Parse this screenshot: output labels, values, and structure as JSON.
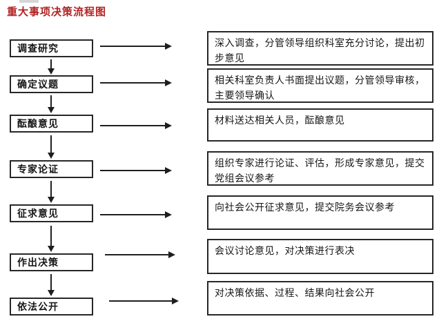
{
  "title": "重大事项决策流程图",
  "colors": {
    "title_text": "#b22222",
    "box_border": "#262626",
    "body_text": "#151515",
    "arrow": "#1e1e1e",
    "background": "#ffffff"
  },
  "icons": {
    "down_arrow": "down-arrow",
    "right_arrow": "right-arrow"
  },
  "steps": [
    {
      "label": "调查研究",
      "detail": "深入调查，分管领导组织科室充分讨论，提出初步意见"
    },
    {
      "label": "确定议题",
      "detail": "相关科室负责人书面提出议题，分管领导审核，主要领导确认"
    },
    {
      "label": "酝酿意见",
      "detail": "材料送达相关人员，酝酿意见"
    },
    {
      "label": "专家论证",
      "detail": "组织专家进行论证、评估，形成专家意见，提交党组会议参考"
    },
    {
      "label": "征求意见",
      "detail": "向社会公开征求意见，提交院务会议参考"
    },
    {
      "label": "作出决策",
      "detail": "会议讨论意见，对决策进行表决"
    },
    {
      "label": "依法公开",
      "detail": "对决策依据、过程、结果向社会公开"
    }
  ]
}
